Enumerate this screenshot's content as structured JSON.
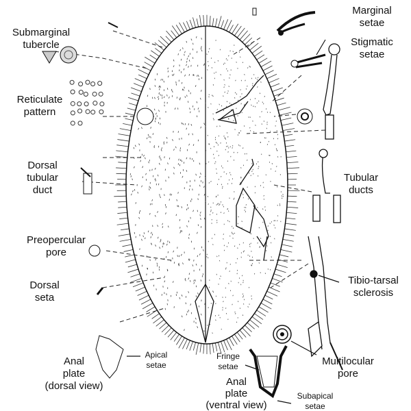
{
  "labels": {
    "marginal_setae": [
      "Marginal",
      "setae"
    ],
    "submarginal_tubercle": [
      "Submarginal",
      "tubercle"
    ],
    "stigmatic_setae": [
      "Stigmatic",
      "setae"
    ],
    "reticulate_pattern": [
      "Reticulate",
      "pattern"
    ],
    "dorsal_tubular_duct": [
      "Dorsal",
      "tubular",
      "duct"
    ],
    "tubular_ducts": [
      "Tubular",
      "ducts"
    ],
    "preopercular_pore": [
      "Preopercular",
      "pore"
    ],
    "tibio_tarsal_sclerosis": [
      "Tibio-tarsal",
      "sclerosis"
    ],
    "dorsal_seta": [
      "Dorsal",
      "seta"
    ],
    "multilocular_pore": [
      "Multilocular",
      "pore"
    ],
    "anal_plate_dorsal": [
      "Anal",
      "plate",
      "(dorsal view)"
    ],
    "apical_setae": [
      "Apical",
      "setae"
    ],
    "fringe_setae": [
      "Fringe",
      "setae"
    ],
    "anal_plate_ventral": [
      "Anal",
      "plate",
      "(ventral view)"
    ],
    "subapical_setae": [
      "Subapical",
      "setae"
    ]
  }
}
